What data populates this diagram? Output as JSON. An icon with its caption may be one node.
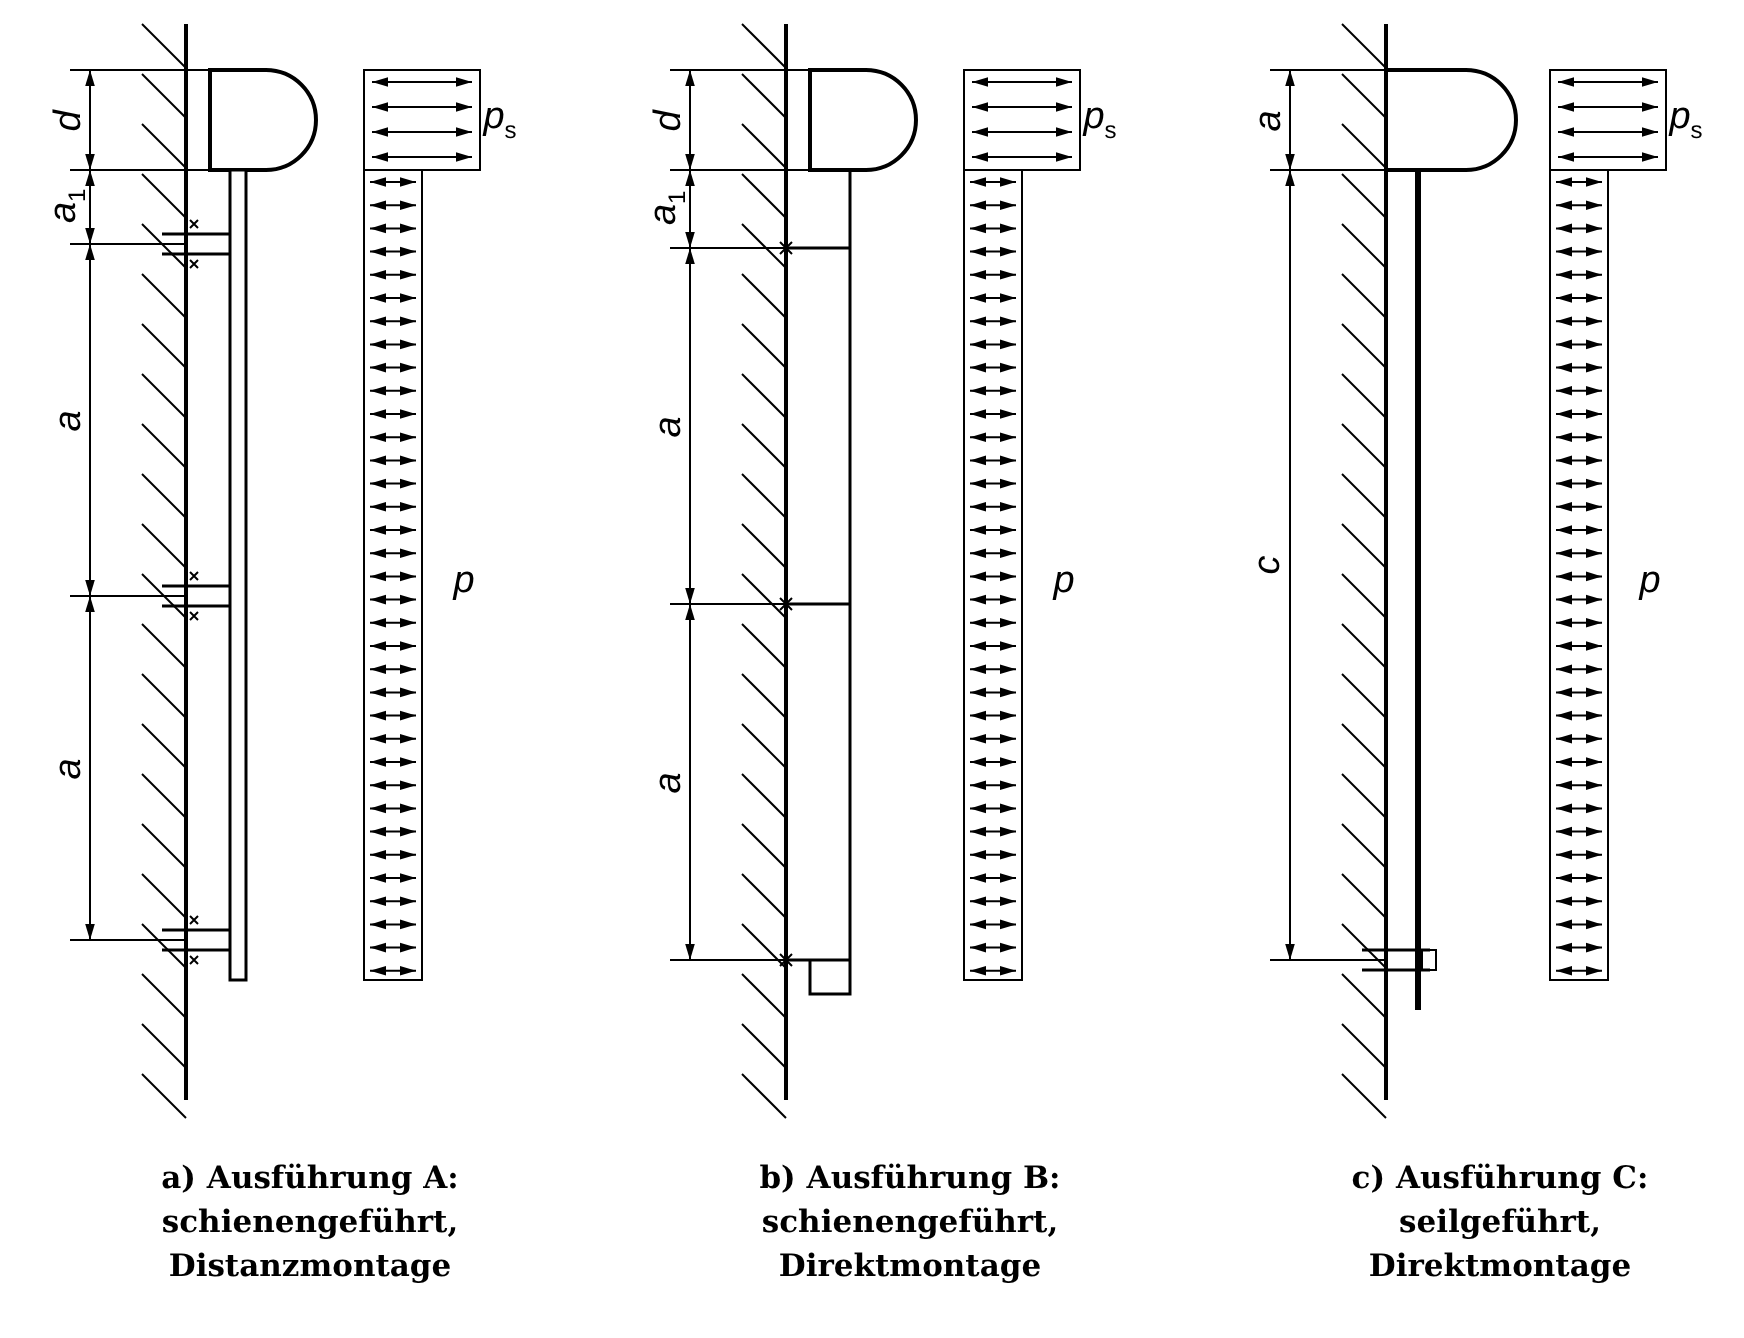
{
  "diagram": {
    "labels": [
      "d",
      "a$_{1}$",
      "a",
      "a",
      "p$_{s}$",
      "p",
      "d",
      "a$_{1}$",
      "a",
      "a",
      "p$_{s}$",
      "p",
      "a",
      "c",
      "p$_{s}$",
      "p",
      "a) Ausführung A: schienengeführt, Distanzmontage",
      "b) Ausführung B: schienengeführt, Direktmontage",
      "c) Ausführung C: seilgeführt, Direktmontage"
    ]
  }
}
